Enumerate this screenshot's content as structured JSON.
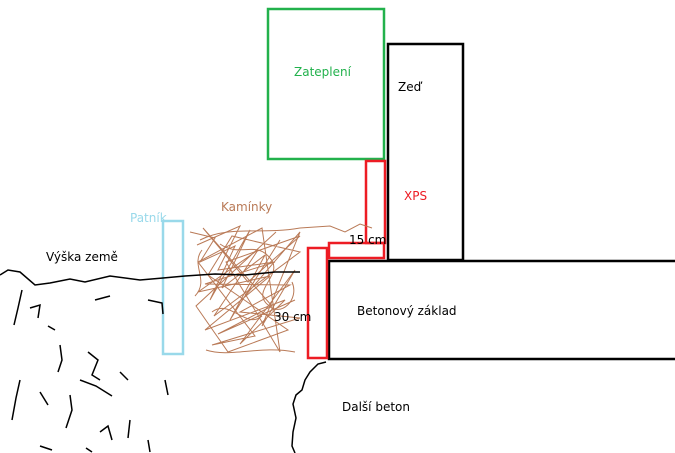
{
  "labels": {
    "insulation": "Zateplení",
    "wall": "Zeď",
    "xps": "XPS",
    "gravel": "Kamínky",
    "post": "Patník",
    "ground_level": "Výška země",
    "xps_horizontal": "15 cm",
    "depth": "30 cm",
    "foundation": "Betonový základ",
    "more_concrete": "Další beton"
  },
  "colors": {
    "insulation": "#22b14c",
    "xps": "#ed1c24",
    "post": "#99d9ea",
    "gravel": "#b97a57",
    "line": "#000000"
  }
}
